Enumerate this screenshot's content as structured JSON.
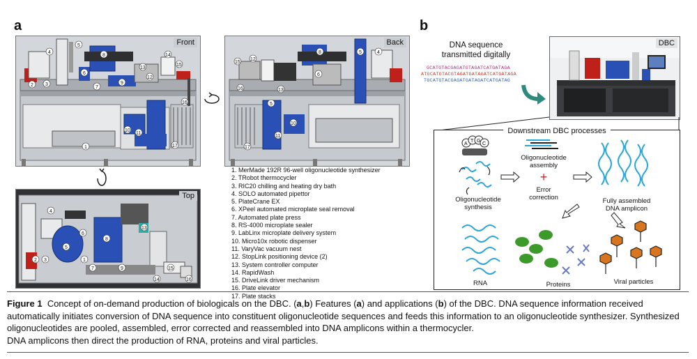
{
  "panel_a": {
    "letter": "a",
    "front_label": "Front",
    "back_label": "Back",
    "top_label": "Top",
    "legend": [
      "1. MerMade 192R 96-well oligonucleotide synthesizer",
      "2. TRobot thermocycler",
      "3. RIC20 chilling and heating dry bath",
      "4. SOLO automated pipettor",
      "5. PlateCrane EX",
      "6. XPeel automated microplate seal removal",
      "7. Automated plate press",
      "8. RS-4000 microplate sealer",
      "9. LabLinx microplate delivery system",
      "10. Micro10x robotic dispenser",
      "11. VaryVac vacuum nest",
      "12. StopLink positioning device (2)",
      "13. System controller computer",
      "14. RapidWash",
      "15. DriveLink driver mechanism",
      "16. Plate elevator",
      "17. Plate stacks"
    ],
    "front_numbers": [
      "1",
      "2",
      "3",
      "4",
      "5",
      "6",
      "7",
      "8",
      "9",
      "10",
      "11",
      "12",
      "13",
      "14",
      "15",
      "16",
      "17"
    ],
    "top_numbers": [
      "1",
      "2",
      "3",
      "4",
      "5",
      "6",
      "7",
      "8",
      "9",
      "13",
      "14",
      "15",
      "16"
    ]
  },
  "panel_b": {
    "letter": "b",
    "transmitted_label": "DNA sequence\ntransmitted digitally",
    "sequence_lines": [
      "GCATGTACGAGATGTAGATCATGATAGA",
      "ATGCATGTACGTAGATGATAGATCATGATAGA",
      "TGCATGTACGAGATGATAGATCATGATAG"
    ],
    "photo_label": "DBC",
    "downstream_title": "Downstream DBC processes",
    "steps": {
      "oligo_synthesis": "Oligonucleotide\nsynthesis",
      "oligo_assembly": "Oligonucleotide\nassembly",
      "plus": "+",
      "error_correction": "Error\ncorrection",
      "fully_assembled": "Fully assembled\nDNA amplicon",
      "rna": "RNA",
      "proteins": "Proteins",
      "viral_particles": "Viral particles"
    },
    "nucleotide_icon": "A T G C"
  },
  "caption": {
    "figure_label": "Figure 1",
    "text_1": "Concept of on-demand production of biologicals on the DBC. (",
    "a1": "a",
    "comma": ",",
    "b1": "b",
    "text_2": ") Features (",
    "a2": "a",
    "text_3": ") and applications (",
    "b2": "b",
    "text_4": ") of the DBC. DNA sequence information received automatically initiates conversion of DNA sequence into constituent oligonucleotide sequences and feeds this information to an oligonucleotide synthesizer. Synthesized oligonucleotides are pooled, assembled, error corrected and reassembled into DNA amplicons within a thermocycler.",
    "text_5": "DNA amplicons then direct the production of RNA, proteins and viral particles."
  },
  "colors": {
    "machine_blue": "#2a4fb5",
    "machine_red": "#c0201a",
    "dna_blue": "#2aa6d8",
    "protein_green": "#3c9a2b",
    "virus_orange": "#d8761f",
    "arrow_teal": "#2f8a7e"
  }
}
